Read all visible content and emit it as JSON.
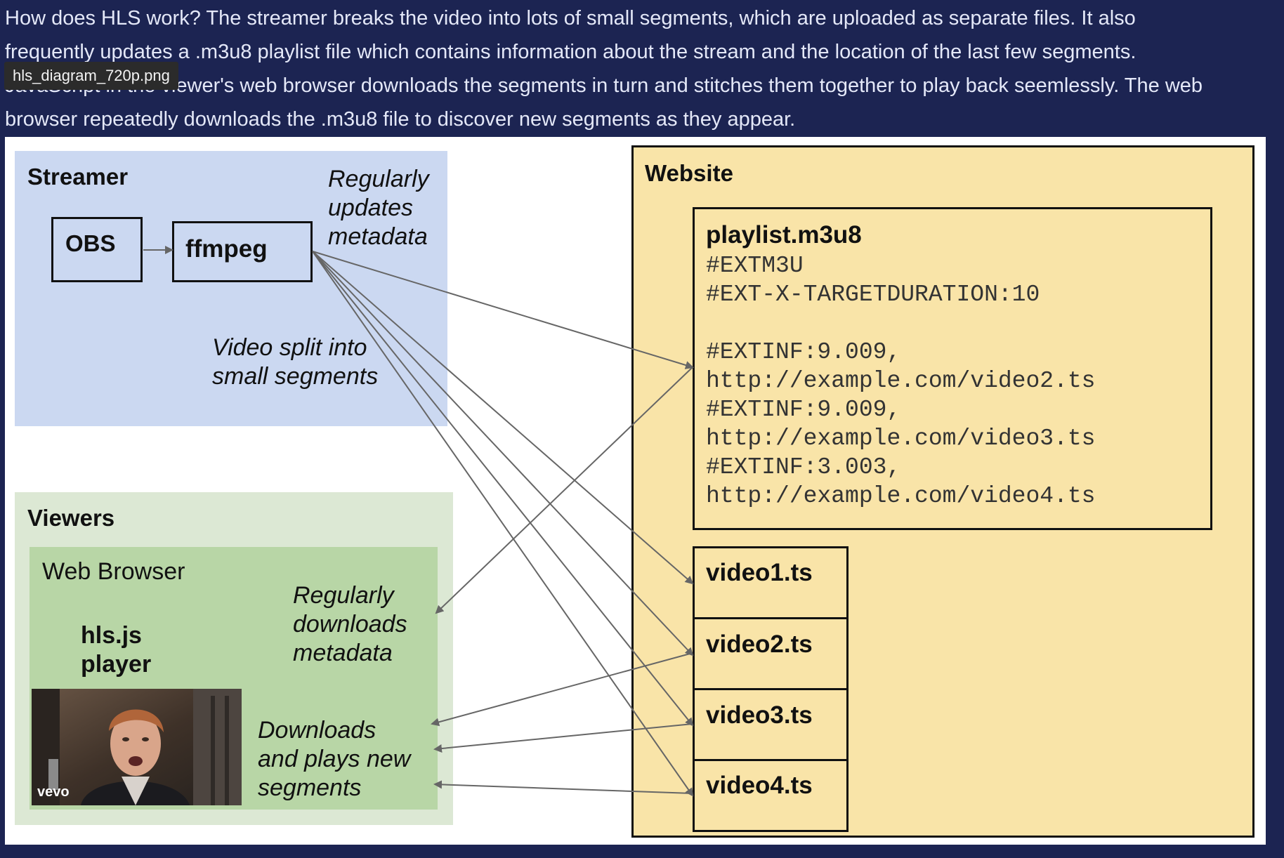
{
  "description": {
    "lines": [
      "How does HLS work? The streamer breaks the video into lots of small segments, which are uploaded as separate files. It also",
      "frequently updates a .m3u8 playlist file which contains information about the stream and the location of the last few segments.",
      "JavaScript in the viewer's web browser downloads the segments in turn and stitches them together to play back seemlessly. The web",
      "browser repeatedly downloads the .m3u8 file to discover new segments as they appear."
    ]
  },
  "tooltip": {
    "text": "hls_diagram_720p.png"
  },
  "diagram": {
    "streamer": {
      "title": "Streamer",
      "obs_label": "OBS",
      "ffmpeg_label": "ffmpeg",
      "note_updates": [
        "Regularly",
        "updates",
        "metadata"
      ],
      "note_split": [
        "Video split into",
        "small segments"
      ]
    },
    "viewers": {
      "title": "Viewers",
      "browser_label": "Web Browser",
      "player_label": [
        "hls.js",
        "player"
      ],
      "note_downloads_metadata": [
        "Regularly",
        "downloads",
        "metadata"
      ],
      "note_plays_segments": [
        "Downloads",
        "and plays new",
        "segments"
      ],
      "thumbnail_watermark": "vevo"
    },
    "website": {
      "title": "Website",
      "playlist": {
        "filename": "playlist.m3u8",
        "lines": [
          "#EXTM3U",
          "#EXT-X-TARGETDURATION:10",
          "",
          "#EXTINF:9.009,",
          "http://example.com/video2.ts",
          "#EXTINF:9.009,",
          "http://example.com/video3.ts",
          "#EXTINF:3.003,",
          "http://example.com/video4.ts"
        ]
      },
      "segments": [
        "video1.ts",
        "video2.ts",
        "video3.ts",
        "video4.ts"
      ]
    },
    "colors": {
      "page_background": "#1c2452",
      "streamer_fill": "#cbd8f1",
      "viewers_fill": "#dce8d4",
      "browser_fill": "#b8d6a6",
      "website_fill": "#f9e4a8",
      "arrow": "#666666"
    }
  }
}
